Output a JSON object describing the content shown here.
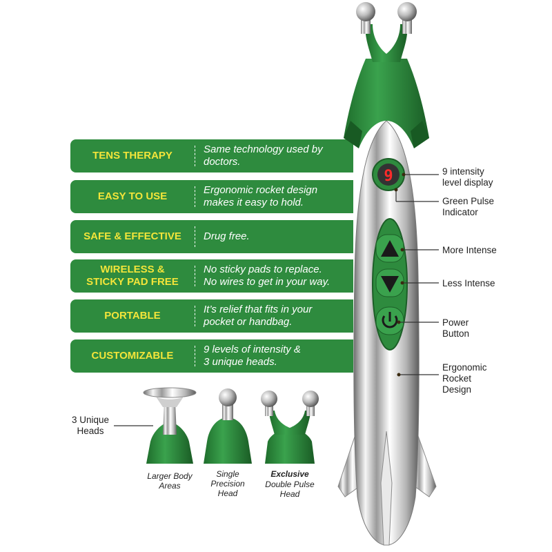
{
  "features": [
    {
      "title": "TENS THERAPY",
      "desc": "Same technology used by\ndoctors."
    },
    {
      "title": "EASY TO USE",
      "desc": "Ergonomic rocket design\nmakes it easy to hold."
    },
    {
      "title": "SAFE & EFFECTIVE",
      "desc": "Drug free."
    },
    {
      "title": "WIRELESS &\nSTICKY PAD FREE",
      "desc": "No sticky pads to replace.\nNo wires to get in your way."
    },
    {
      "title": "PORTABLE",
      "desc": "It’s relief that fits in your\npocket or handbag."
    },
    {
      "title": "CUSTOMIZABLE",
      "desc": "9 levels of intensity &\n3 unique heads."
    }
  ],
  "callouts": {
    "intensity_display": "9 intensity\nlevel display",
    "pulse_indicator": "Green Pulse\nIndicator",
    "more_intense": "More Intense",
    "less_intense": "Less Intense",
    "power_button": "Power\nButton",
    "ergonomic_design": "Ergonomic\nRocket\nDesign"
  },
  "display_digit": "9",
  "heads": {
    "label": "3 Unique\nHeads",
    "items": [
      {
        "name": "Larger Body\nAreas"
      },
      {
        "name": "Single\nPrecision\nHead"
      },
      {
        "name_bold": "Exclusive",
        "name": "Double Pulse\nHead"
      }
    ]
  },
  "colors": {
    "brand_green": "#2e8b3e",
    "title_yellow": "#f3e53a",
    "chrome": "#d9d9d9"
  }
}
